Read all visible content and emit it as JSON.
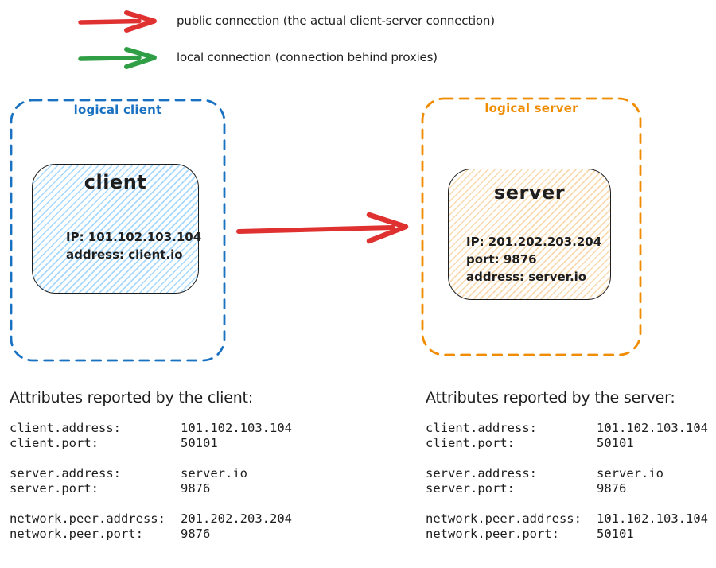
{
  "colors": {
    "ink": "#1e1e1e",
    "public_connection_red": "#e03131",
    "local_connection_green": "#2f9e44",
    "logical_client_blue": "#1971c2",
    "logical_server_orange": "#f08c00",
    "client_fill": "#a5d8ff",
    "server_fill": "#ffd8a8"
  },
  "legend": {
    "items": [
      {
        "icon": "red-arrow",
        "label": "public connection (the actual client-server connection)"
      },
      {
        "icon": "green-arrow",
        "label": "local connection (connection behind proxies)"
      }
    ]
  },
  "logical_client": {
    "label": "logical client",
    "node": {
      "title": "client",
      "lines": [
        "IP: 101.102.103.104",
        "address: client.io"
      ]
    }
  },
  "logical_server": {
    "label": "logical server",
    "node": {
      "title": "server",
      "lines": [
        "IP: 201.202.203.204",
        "port: 9876",
        "address: server.io"
      ]
    }
  },
  "connection": {
    "type": "public",
    "from": "client",
    "to": "server"
  },
  "client_attributes": {
    "title": "Attributes reported by the client:",
    "groups": [
      {
        "rows": [
          {
            "key": "client.address:",
            "value": "101.102.103.104"
          },
          {
            "key": "client.port:",
            "value": "50101"
          }
        ]
      },
      {
        "rows": [
          {
            "key": "server.address:",
            "value": "server.io"
          },
          {
            "key": "server.port:",
            "value": "9876"
          }
        ]
      },
      {
        "rows": [
          {
            "key": "network.peer.address:",
            "value": "201.202.203.204"
          },
          {
            "key": "network.peer.port:",
            "value": "9876"
          }
        ]
      }
    ]
  },
  "server_attributes": {
    "title": "Attributes reported by the server:",
    "groups": [
      {
        "rows": [
          {
            "key": "client.address:",
            "value": "101.102.103.104"
          },
          {
            "key": "client.port:",
            "value": "50101"
          }
        ]
      },
      {
        "rows": [
          {
            "key": "server.address:",
            "value": "server.io"
          },
          {
            "key": "server.port:",
            "value": "9876"
          }
        ]
      },
      {
        "rows": [
          {
            "key": "network.peer.address:",
            "value": "101.102.103.104"
          },
          {
            "key": "network.peer.port:",
            "value": "50101"
          }
        ]
      }
    ]
  }
}
